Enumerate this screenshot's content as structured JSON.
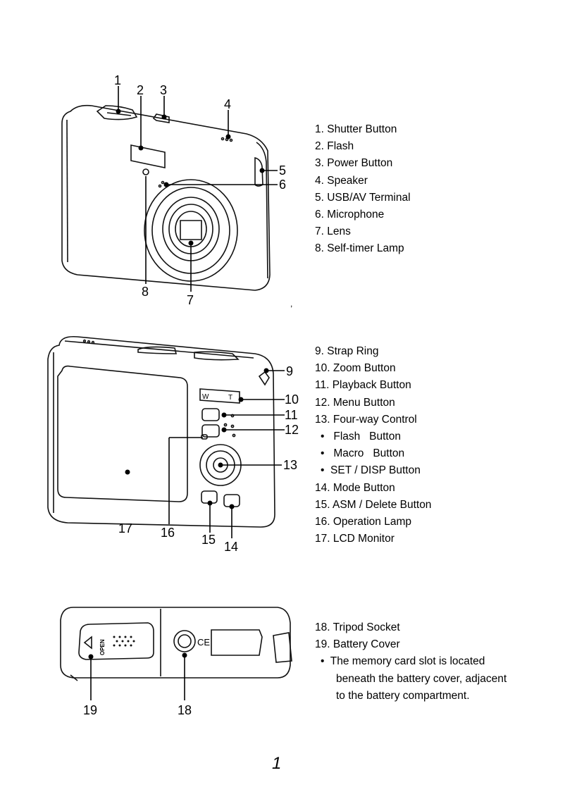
{
  "sections": [
    {
      "callouts": [
        "1",
        "2",
        "3",
        "4",
        "5",
        "6",
        "7",
        "8"
      ],
      "items": [
        "1. Shutter Button",
        "2. Flash",
        "3. Power Button",
        "4. Speaker",
        "5. USB/AV Terminal",
        "6. Microphone",
        "7. Lens",
        "8. Self-timer Lamp"
      ]
    },
    {
      "callouts": [
        "9",
        "10",
        "11",
        "12",
        "13",
        "14",
        "15",
        "16",
        "17"
      ],
      "items": [
        "9. Strap Ring",
        "10. Zoom Button",
        "11. Playback Button",
        "12. Menu Button",
        "13. Four-way Control",
        "•   Flash   Button",
        "•   Macro   Button",
        "•  SET / DISP Button",
        "14. Mode Button",
        "15. ASM / Delete Button",
        "16. Operation Lamp",
        "17. LCD Monitor"
      ],
      "zoom_labels": [
        "W",
        "T"
      ]
    },
    {
      "callouts": [
        "18",
        "19"
      ],
      "items": [
        "18. Tripod Socket",
        "19. Battery Cover",
        "•  The memory card slot is located",
        "beneath the battery cover, adjacent",
        "to the battery compartment."
      ],
      "cover_label": "OPEN",
      "ce_mark": "CE"
    }
  ],
  "page_number": "1",
  "stray_mark": ","
}
